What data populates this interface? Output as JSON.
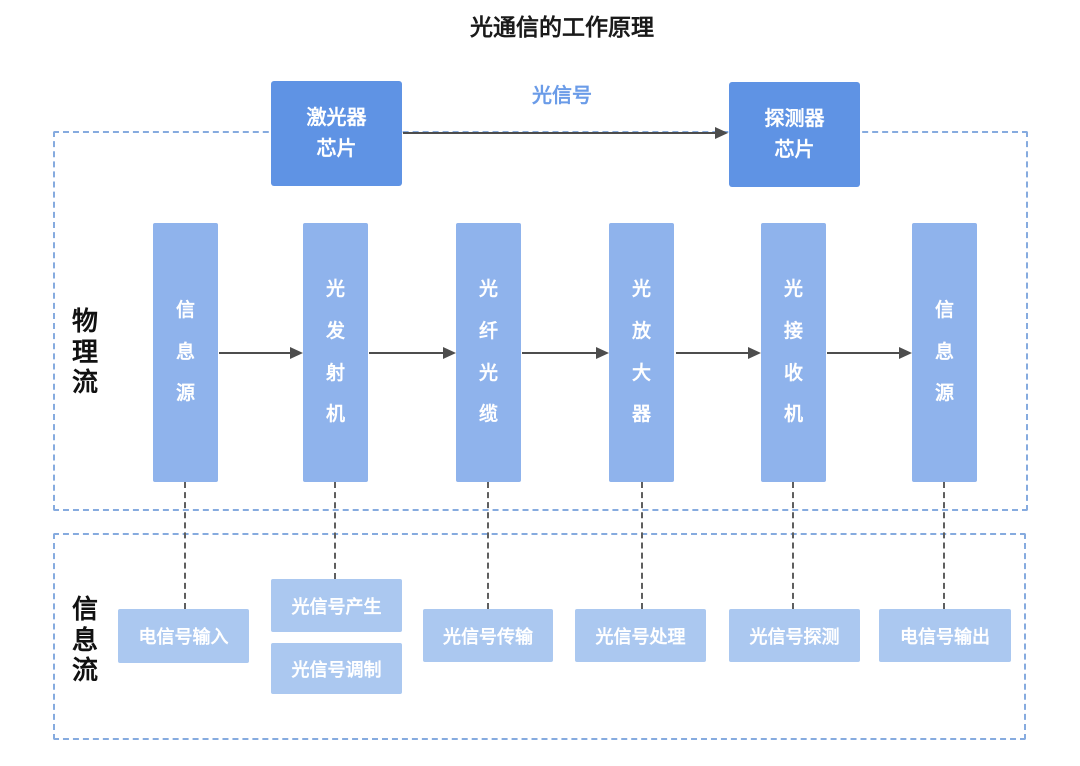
{
  "title": "光通信的工作原理",
  "top_flow": {
    "laser_chip": "激光器\n芯片",
    "detector_chip": "探测器\n芯片",
    "signal_label": "光信号"
  },
  "physical_flow": {
    "label": "物理流",
    "nodes": [
      "信息源",
      "光发射机",
      "光纤光缆",
      "光放大器",
      "光接收机",
      "信息源"
    ]
  },
  "information_flow": {
    "label": "信息流",
    "nodes": [
      "电信号输入",
      "光信号产生",
      "光信号调制",
      "光信号传输",
      "光信号处理",
      "光信号探测",
      "电信号输出"
    ]
  },
  "colors": {
    "top_box": "#5f93e4",
    "bar": "#8fb3ec",
    "bottom_box": "#abc8f0",
    "signal_text": "#6b9ce8",
    "dashed_frame": "#86abdf",
    "arrow": "#4d4d4d",
    "connector": "#5f5f5f",
    "title_text": "#1a1a1a"
  }
}
